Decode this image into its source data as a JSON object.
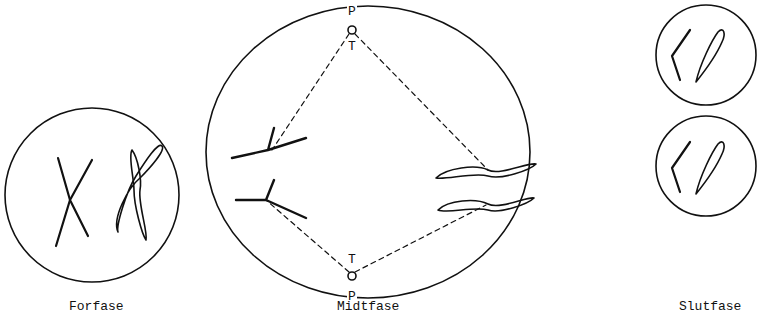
{
  "diagram": {
    "labels": [
      "P",
      "T",
      "T",
      "P",
      "Forfase",
      "Midtfase",
      "Slutfase"
    ]
  }
}
